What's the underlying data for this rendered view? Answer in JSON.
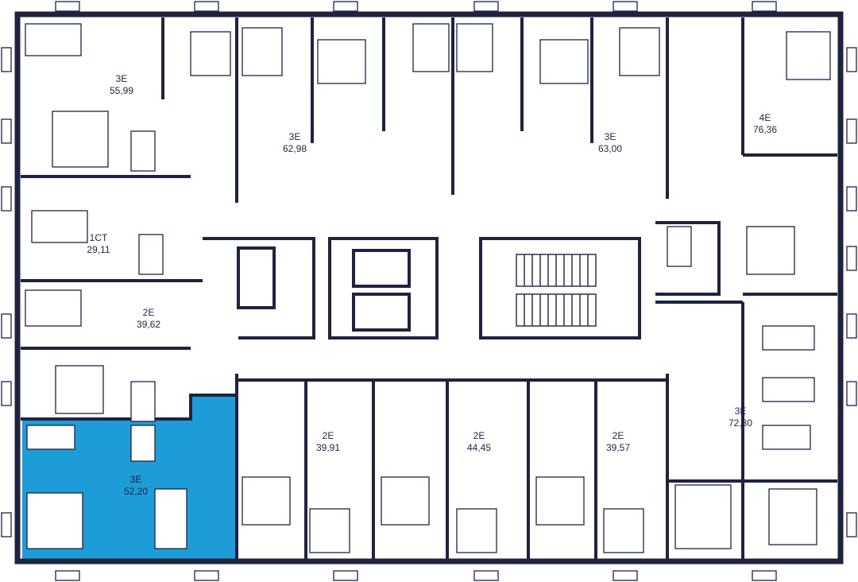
{
  "colors": {
    "wall": "#1f2340",
    "highlight": "#1e9cd7",
    "background": "#ffffff"
  },
  "selected_apartment": "apt-3e-52-20",
  "apartments": [
    {
      "id": "apt-3e-55-99",
      "type": "3E",
      "area": "55,99"
    },
    {
      "id": "apt-3e-62-98",
      "type": "3E",
      "area": "62,98"
    },
    {
      "id": "apt-3e-63-00",
      "type": "3E",
      "area": "63,00"
    },
    {
      "id": "apt-4e-76-36",
      "type": "4E",
      "area": "76,36"
    },
    {
      "id": "apt-1ct-29-11",
      "type": "1CT",
      "area": "29,11"
    },
    {
      "id": "apt-2e-39-62",
      "type": "2E",
      "area": "39,62"
    },
    {
      "id": "apt-3e-52-20",
      "type": "3E",
      "area": "52,20"
    },
    {
      "id": "apt-2e-39-91",
      "type": "2E",
      "area": "39,91"
    },
    {
      "id": "apt-2e-44-45",
      "type": "2E",
      "area": "44,45"
    },
    {
      "id": "apt-2e-39-57",
      "type": "2E",
      "area": "39,57"
    },
    {
      "id": "apt-3e-72-80",
      "type": "3E",
      "area": "72,80"
    }
  ]
}
